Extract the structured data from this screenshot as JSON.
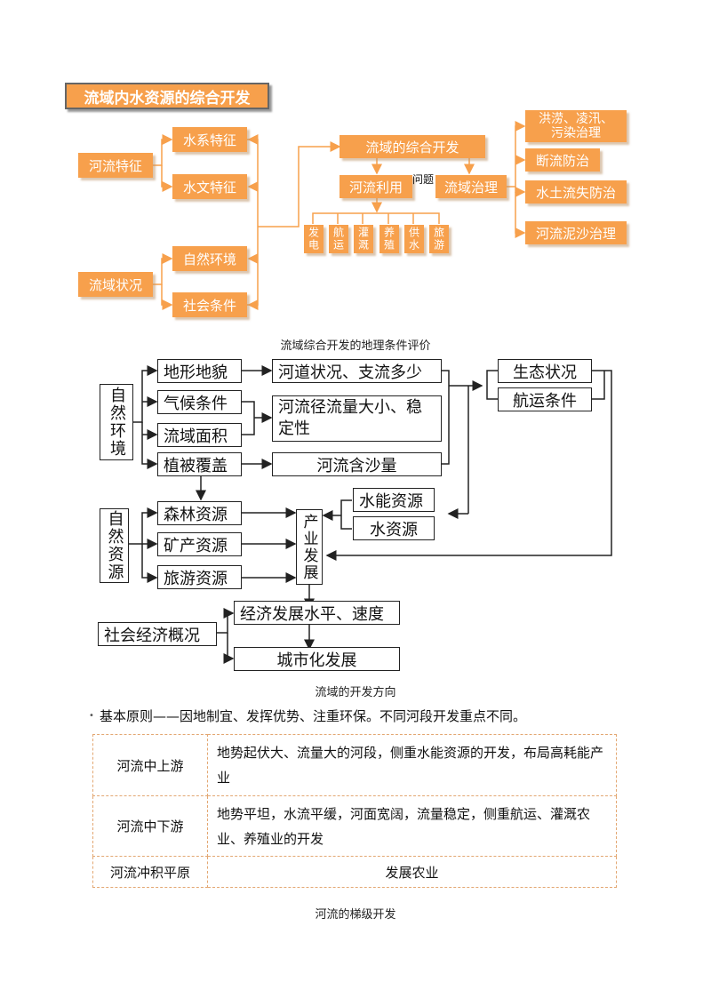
{
  "section1": {
    "title": "流域内水资源的综合开发",
    "hechuan_tezheng": "河流特征",
    "shuixi": "水系特征",
    "shuiwen": "水文特征",
    "liuyu_zhuangkuang": "流域状况",
    "ziran_huanjing": "自然环境",
    "shehui_tiaojian": "社会条件",
    "zonghe_kaifa": "流域的综合开发",
    "heliu_liyong": "河流利用",
    "wenti": "问题",
    "liuyu_zhili": "流域治理",
    "uses": [
      "发电",
      "航运",
      "灌溉",
      "养殖",
      "供水",
      "旅游"
    ],
    "zhili_items": [
      "洪涝、凌汛、污染治理",
      "断流防治",
      "水土流失防治",
      "河流泥沙治理"
    ],
    "zhili_first_lines": [
      "洪涝、凌汛、",
      "污染治理"
    ]
  },
  "caption1": "流域综合开发的地理条件评价",
  "section2": {
    "ziran_huanjing": "自然环境",
    "dixing": "地形地貌",
    "qihou": "气候条件",
    "mianji": "流域面积",
    "zhibei": "植被覆盖",
    "hedao": "河道状况、支流多少",
    "jingliu": "河流径流量大小、稳定性",
    "jingliu_lines": [
      "河流径流量大小、稳",
      "定性"
    ],
    "hansha": "河流含沙量",
    "shengtai": "生态状况",
    "hangyun": "航运条件",
    "ziran_ziyuan": "自然资源",
    "senlin": "森林资源",
    "kuangchan": "矿产资源",
    "lvyou": "旅游资源",
    "chanye": "产业发展",
    "shuineng": "水能资源",
    "shuiziyuan": "水资源",
    "shehui": "社会经济概况",
    "jingji": "经济发展水平、速度",
    "chengshihua": "城市化发展"
  },
  "caption2": "流域的开发方向",
  "principle": "基本原则——因地制宜、发挥优势、注重环保。不同河段开发重点不同。",
  "table": {
    "rows": [
      {
        "section": "河流中上游",
        "content": "地势起伏大、流量大的河段，侧重水能资源的开发，布局高耗能产业"
      },
      {
        "section": "河流中下游",
        "content": "地势平坦，水流平缓，河面宽阔，流量稳定，侧重航运、灌溉农业、养殖业的开发"
      },
      {
        "section": "河流冲积平原",
        "content": "发展农业"
      }
    ]
  },
  "caption3": "河流的梯级开发",
  "colors": {
    "orange": "#f7a04c",
    "line": "#222222"
  }
}
